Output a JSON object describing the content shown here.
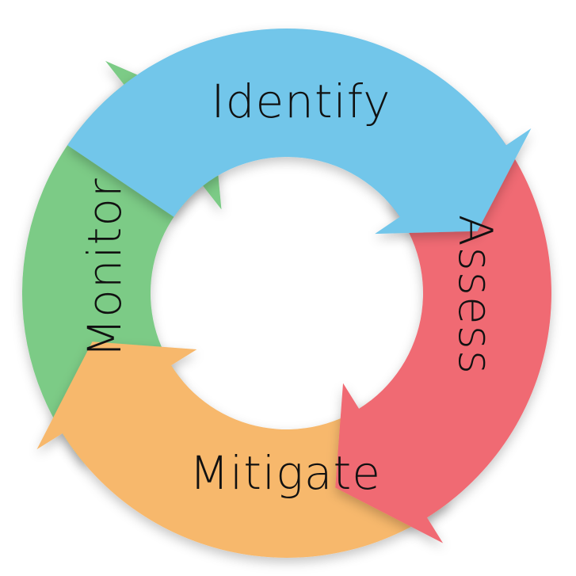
{
  "diagram": {
    "stages": [
      {
        "label": "Identify",
        "color": "#72c6ea",
        "icon": "clockwise-arrow"
      },
      {
        "label": "Assess",
        "color": "#f06b73",
        "icon": "clockwise-arrow"
      },
      {
        "label": "Mitigate",
        "color": "#f7b86c",
        "icon": "clockwise-arrow"
      },
      {
        "label": "Monitor",
        "color": "#7ccb86",
        "icon": "clockwise-arrow"
      }
    ]
  }
}
